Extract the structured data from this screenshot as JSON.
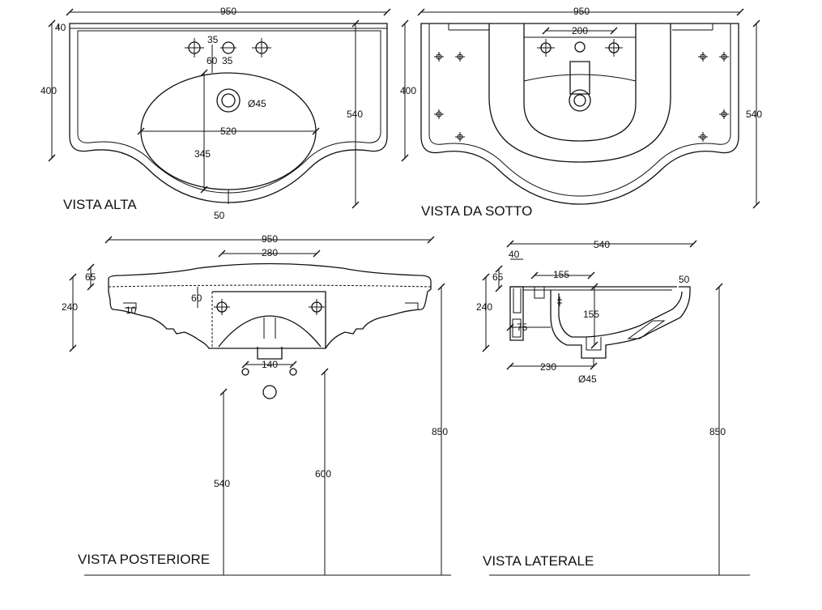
{
  "views": {
    "top": {
      "title": "VISTA ALTA",
      "dims": {
        "width": "950",
        "rim": "40",
        "height": "400",
        "depth": "540",
        "tap1": "35",
        "tap2": "60",
        "tap3": "35",
        "bowl_width": "520",
        "bowl_depth": "345",
        "front": "50",
        "drain": "Ø45"
      }
    },
    "bottom": {
      "title": "VISTA DA SOTTO",
      "dims": {
        "width": "950",
        "mount": "200",
        "height": "400",
        "depth": "540"
      }
    },
    "rear": {
      "title": "VISTA POSTERIORE",
      "dims": {
        "width": "950",
        "inner": "280",
        "top": "65",
        "height": "240",
        "edge": "60",
        "lip": "10",
        "fixings": "140",
        "h540": "540",
        "h600": "600",
        "h850": "850"
      }
    },
    "side": {
      "title": "VISTA LATERALE",
      "dims": {
        "depth": "540",
        "rim": "40",
        "top": "65",
        "height": "240",
        "d155": "155",
        "v155": "155",
        "d75": "75",
        "rim_front": "50",
        "d230": "230",
        "drain": "Ø45",
        "h850": "850"
      }
    }
  }
}
